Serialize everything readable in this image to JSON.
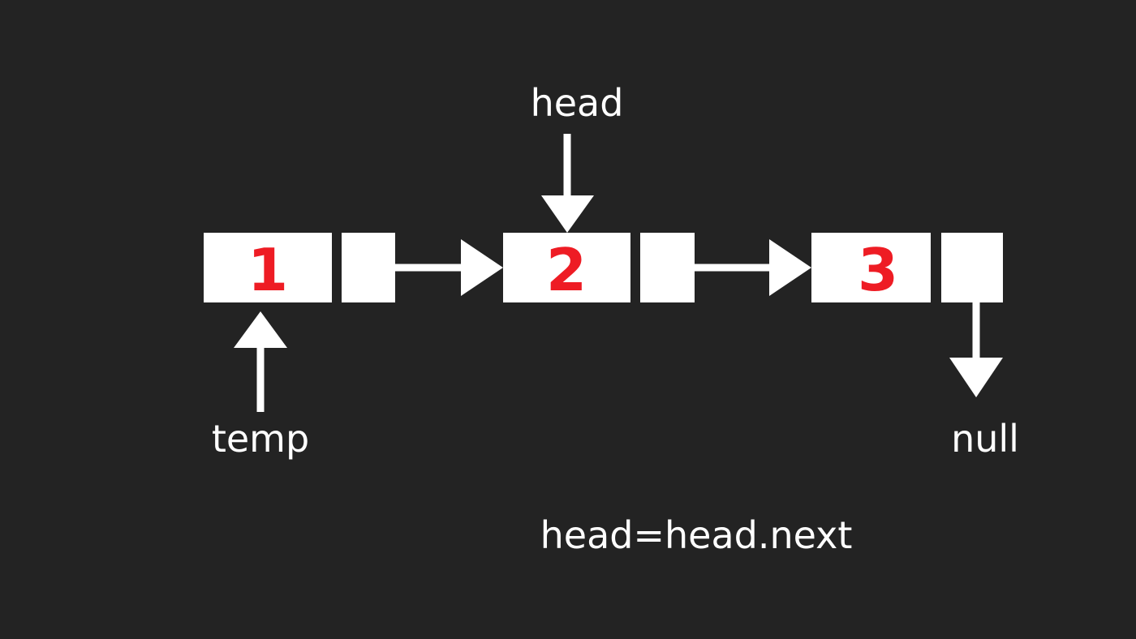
{
  "colors": {
    "background": "#232323",
    "node": "#ffffff",
    "value_text": "#ee1c24",
    "label_text": "#ffffff"
  },
  "nodes": [
    {
      "value": "1"
    },
    {
      "value": "2"
    },
    {
      "value": "3"
    }
  ],
  "labels": {
    "head": "head",
    "temp": "temp",
    "null": "null"
  },
  "caption": "head=head.next"
}
